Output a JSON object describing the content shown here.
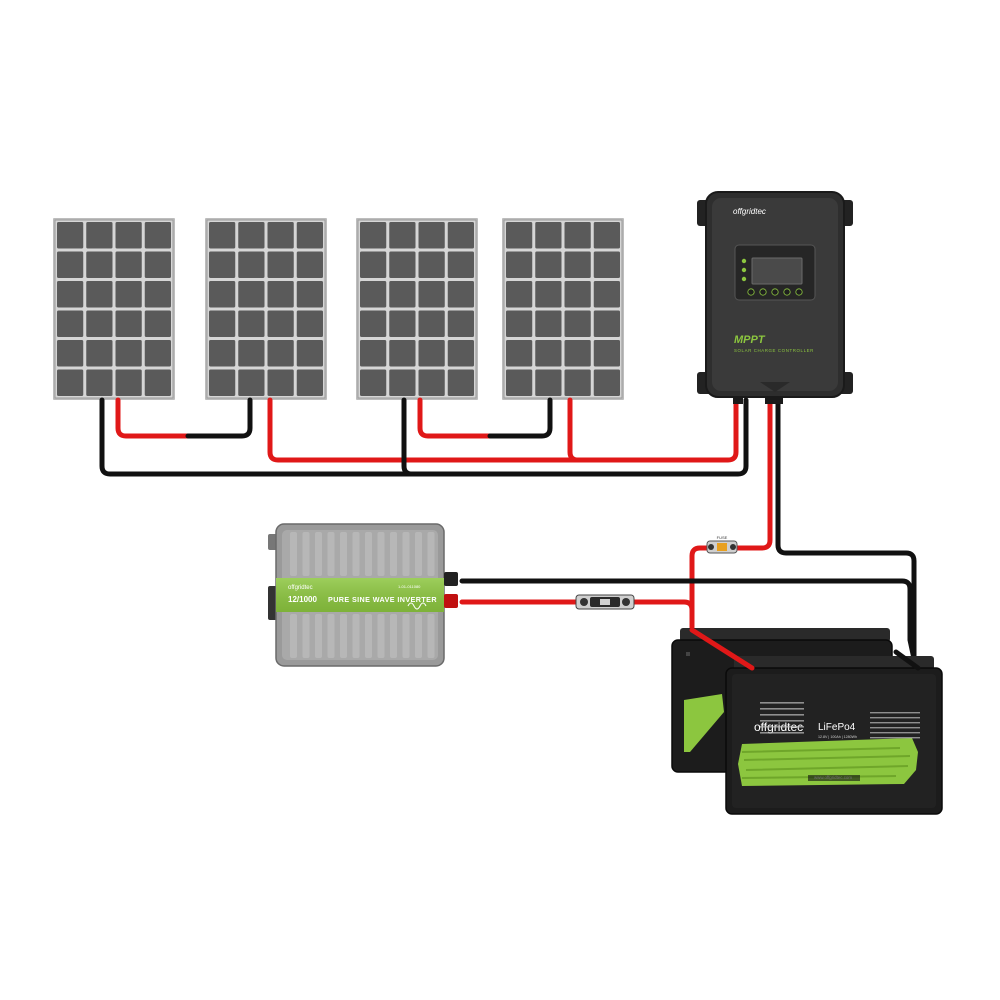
{
  "colors": {
    "positive_wire": "#e01818",
    "negative_wire": "#111111",
    "panel_frame": "#bdbdbd",
    "panel_cell": "#5a5a5a",
    "brand_green": "#8cc63f",
    "battery_body": "#1c1c1c",
    "controller_body": "#2e2e2e",
    "inverter_body": "#9a9a9a"
  },
  "solar_panels": {
    "count": 4,
    "rows": 6,
    "cols": 4
  },
  "controller": {
    "brand": "offgridtec",
    "model": "MPPT",
    "subtitle": "SOLAR CHARGE CONTROLLER",
    "button_icons": [
      "menu-icon",
      "up-icon",
      "down-icon",
      "enter-icon",
      "set-icon"
    ]
  },
  "inverter": {
    "brand": "offgridtec",
    "rating": "12/1000",
    "title": "PURE SINE WAVE INVERTER",
    "part_number": "1-01-011080"
  },
  "fuse": {
    "label": "FUSE"
  },
  "batteries": {
    "count": 2,
    "brand": "offgridtec",
    "chemistry": "LiFePo4",
    "spec": "12.8V | 100Ah | 1280Wh",
    "website": "www.offgridtec.com"
  }
}
